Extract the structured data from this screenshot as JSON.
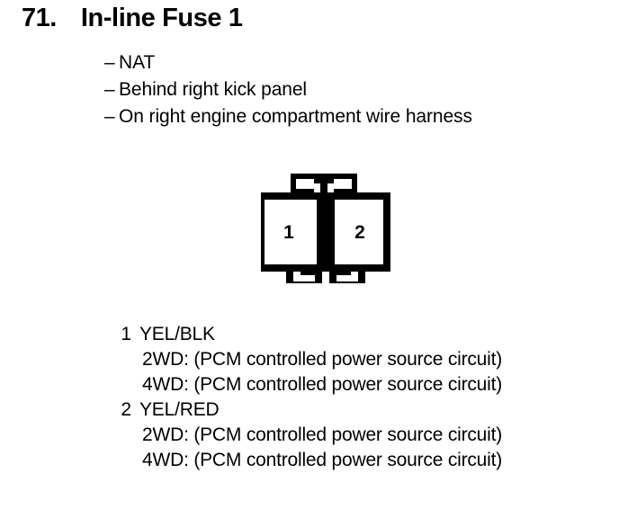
{
  "heading": {
    "number": "71.",
    "title": "In-line Fuse 1"
  },
  "notes": {
    "dash": "–",
    "items": [
      "NAT",
      "Behind right kick panel",
      "On right engine compartment wire harness"
    ]
  },
  "connector": {
    "name": "2-pin in-line fuse connector",
    "cavities": [
      {
        "number": "1"
      },
      {
        "number": "2"
      }
    ],
    "top_latch": "t-shaped-latch",
    "bottom_latches": [
      "hook-left",
      "hook-right"
    ],
    "stroke_color": "#000000",
    "fill_color": "#ffffff"
  },
  "pins": [
    {
      "number": "1",
      "color": "YEL/BLK",
      "circuits": [
        "2WD: (PCM controlled power source circuit)",
        "4WD: (PCM controlled power source circuit)"
      ]
    },
    {
      "number": "2",
      "color": "YEL/RED",
      "circuits": [
        "2WD: (PCM controlled power source circuit)",
        "4WD: (PCM controlled power source circuit)"
      ]
    }
  ]
}
